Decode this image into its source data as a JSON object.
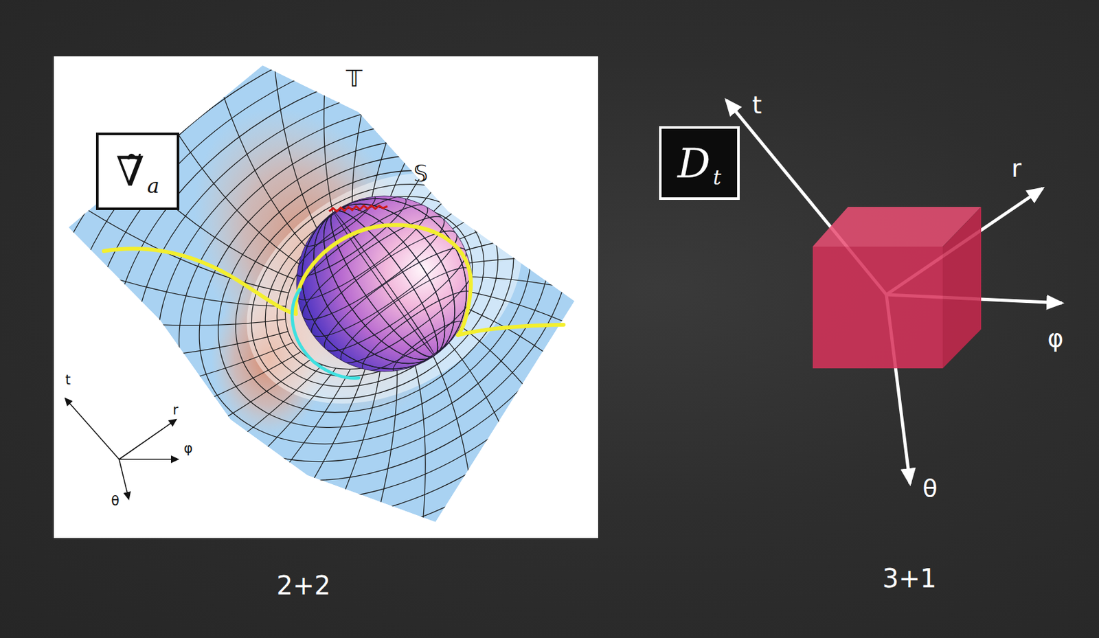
{
  "diagram": {
    "nodes": [
      {
        "text": [
          "∇̃",
          "a"
        ]
      },
      {
        "text": [
          "D",
          "t"
        ]
      }
    ],
    "labels": [
      "𝕋",
      "𝕊",
      "t",
      "r",
      "φ",
      "θ",
      "t",
      "r",
      "φ",
      "θ",
      "2+2",
      "3+1"
    ]
  }
}
